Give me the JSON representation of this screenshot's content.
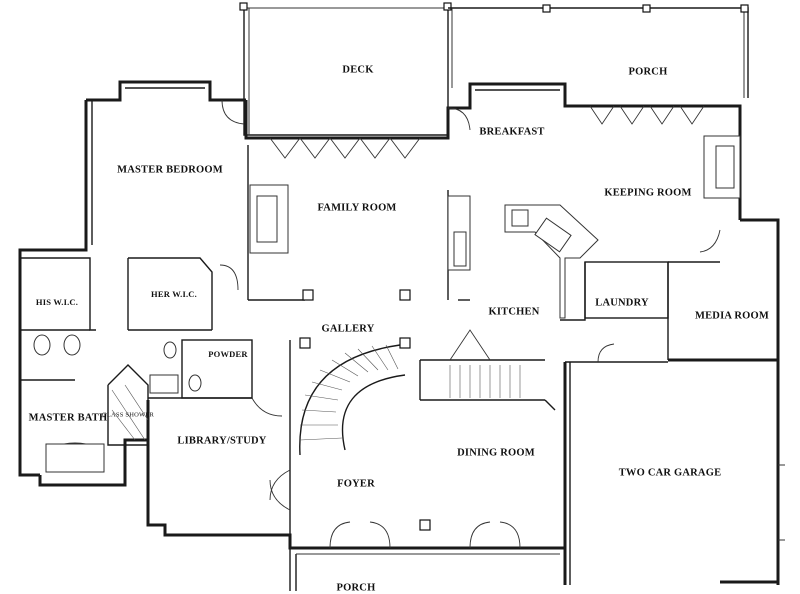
{
  "rooms": {
    "deck": "DECK",
    "porch_rear": "PORCH",
    "breakfast": "BREAKFAST",
    "master_bedroom": "MASTER BEDROOM",
    "family_room": "FAMILY ROOM",
    "keeping_room": "KEEPING ROOM",
    "his_wic": "HIS W.I.C.",
    "her_wic": "HER W.I.C.",
    "laundry": "LAUNDRY",
    "kitchen": "KITCHEN",
    "media_room": "MEDIA ROOM",
    "gallery": "GALLERY",
    "powder": "POWDER",
    "master_bath": "MASTER BATH",
    "glass_shower": "GLASS SHOWER",
    "library_study": "LIBRARY/STUDY",
    "dining_room": "DINING ROOM",
    "two_car_garage": "TWO CAR GARAGE",
    "foyer": "FOYER",
    "porch_front": "PORCH"
  }
}
